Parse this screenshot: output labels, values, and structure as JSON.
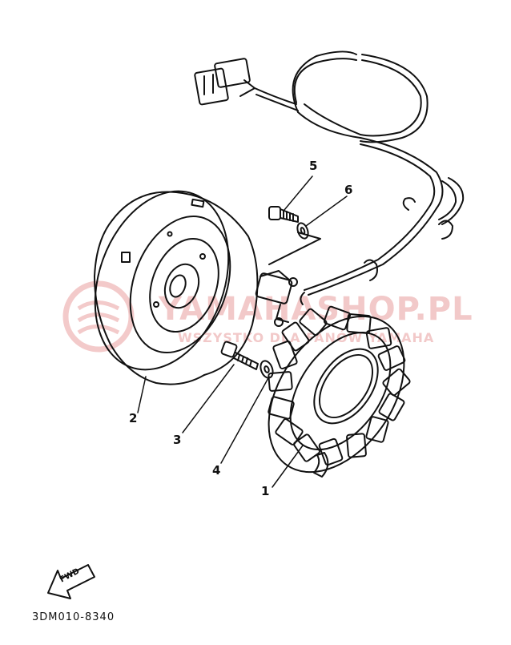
{
  "watermark": {
    "brand": "YAMAHASHOP.PL",
    "tagline": "WSZYSTKO DLA FANÓW YAMAHA"
  },
  "callouts": {
    "c1": "1",
    "c2": "2",
    "c3": "3",
    "c4": "4",
    "c5": "5",
    "c6": "6"
  },
  "fwd_label": "FWD",
  "diagram_code": "3DM010-8340",
  "colors": {
    "line": "#111111",
    "watermark": "#f2c9c9"
  }
}
